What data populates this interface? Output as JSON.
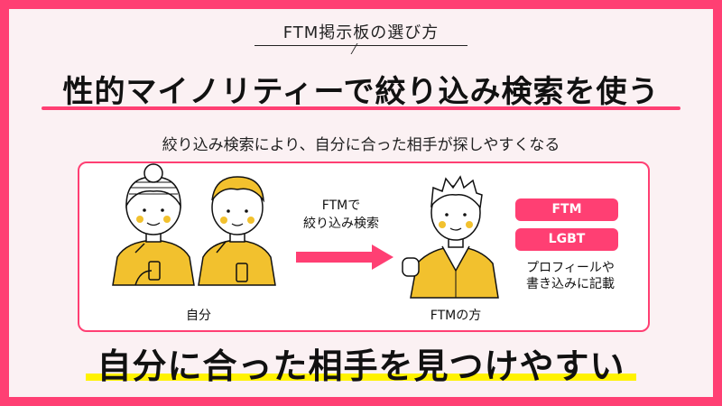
{
  "top_label": "FTM掲示板の選び方",
  "headline": "性的マイノリティーで絞り込み検索を使う",
  "subtext": "絞り込み検索により、自分に合った相手が探しやすくなる",
  "diagram": {
    "left_caption": "自分",
    "arrow_line1": "FTMで",
    "arrow_line2": "絞り込み検索",
    "right_caption": "FTMの方",
    "tags": [
      "FTM",
      "LGBT"
    ],
    "note_line1": "プロフィールや",
    "note_line2": "書き込みに記載"
  },
  "bottom_headline": "自分に合った相手を見つけやすい",
  "colors": {
    "accent": "#ff3f73",
    "highlight": "#fff200",
    "figure_yellow": "#f2c12e",
    "background": "#fbf1f3"
  },
  "icons": [
    "person-with-bun-icon",
    "person-with-phone-icon",
    "ftm-person-icon",
    "right-arrow-icon"
  ]
}
